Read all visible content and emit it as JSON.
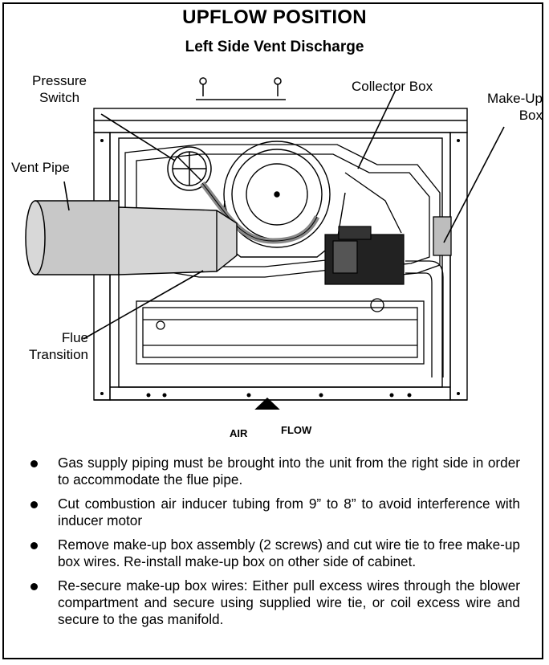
{
  "title": "UPFLOW POSITION",
  "subtitle": "Left Side Vent Discharge",
  "labels": {
    "pressure_switch": [
      "Pressure",
      "Switch"
    ],
    "collector_box": "Collector Box",
    "makeup_box": [
      "Make-Up",
      "Box"
    ],
    "vent_pipe": "Vent Pipe",
    "flue_transition": [
      "Flue",
      "Transition"
    ]
  },
  "airflow": {
    "air": "AIR",
    "flow": "FLOW"
  },
  "notes": [
    "Gas supply piping must be brought into the unit from the right side in order to accommodate the flue pipe.",
    "Cut combustion air inducer tubing from 9” to 8” to avoid interference with inducer motor",
    "Remove make-up box assembly (2 screws) and cut wire tie to free make-up box wires. Re-install make-up box on other side of cabinet.",
    "Re-secure make-up box wires: Either pull excess wires through the blower compartment and secure using supplied wire tie, or coil excess wire and secure to the gas manifold."
  ]
}
